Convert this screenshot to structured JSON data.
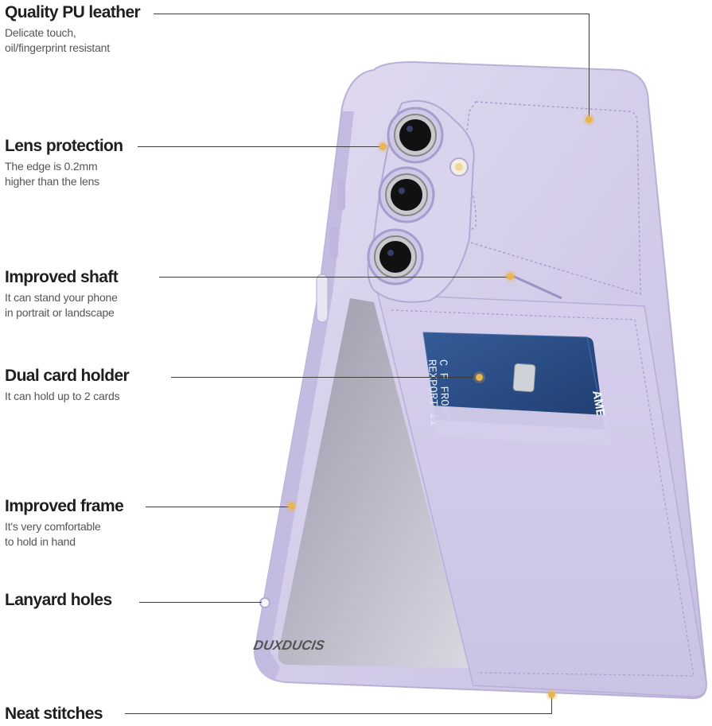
{
  "features": [
    {
      "title": "Quality PU leather",
      "desc": [
        "Delicate touch,",
        "oil/fingerprint resistant"
      ]
    },
    {
      "title": "Lens protection",
      "desc": [
        "The edge is 0.2mm",
        "higher than the lens"
      ]
    },
    {
      "title": "Improved shaft",
      "desc": [
        "It can stand your phone",
        "in portrait or landscape"
      ]
    },
    {
      "title": "Dual card holder",
      "desc": [
        "It can hold up to 2 cards"
      ]
    },
    {
      "title": "Improved frame",
      "desc": [
        "It's very comfortable",
        "to hold in hand"
      ]
    },
    {
      "title": "Lanyard holes",
      "desc": []
    },
    {
      "title": "Neat stitches",
      "desc": []
    }
  ],
  "card": {
    "name_line1": "C F FROST",
    "name_line2": "REXPORT II",
    "brand": "AME"
  },
  "logo_text": "DUXDUCIS",
  "colors": {
    "case": "#cfc8e6",
    "case_dark": "#b3a9d6",
    "accent_dot": "#e9b54e",
    "card": "#2c4e86"
  }
}
